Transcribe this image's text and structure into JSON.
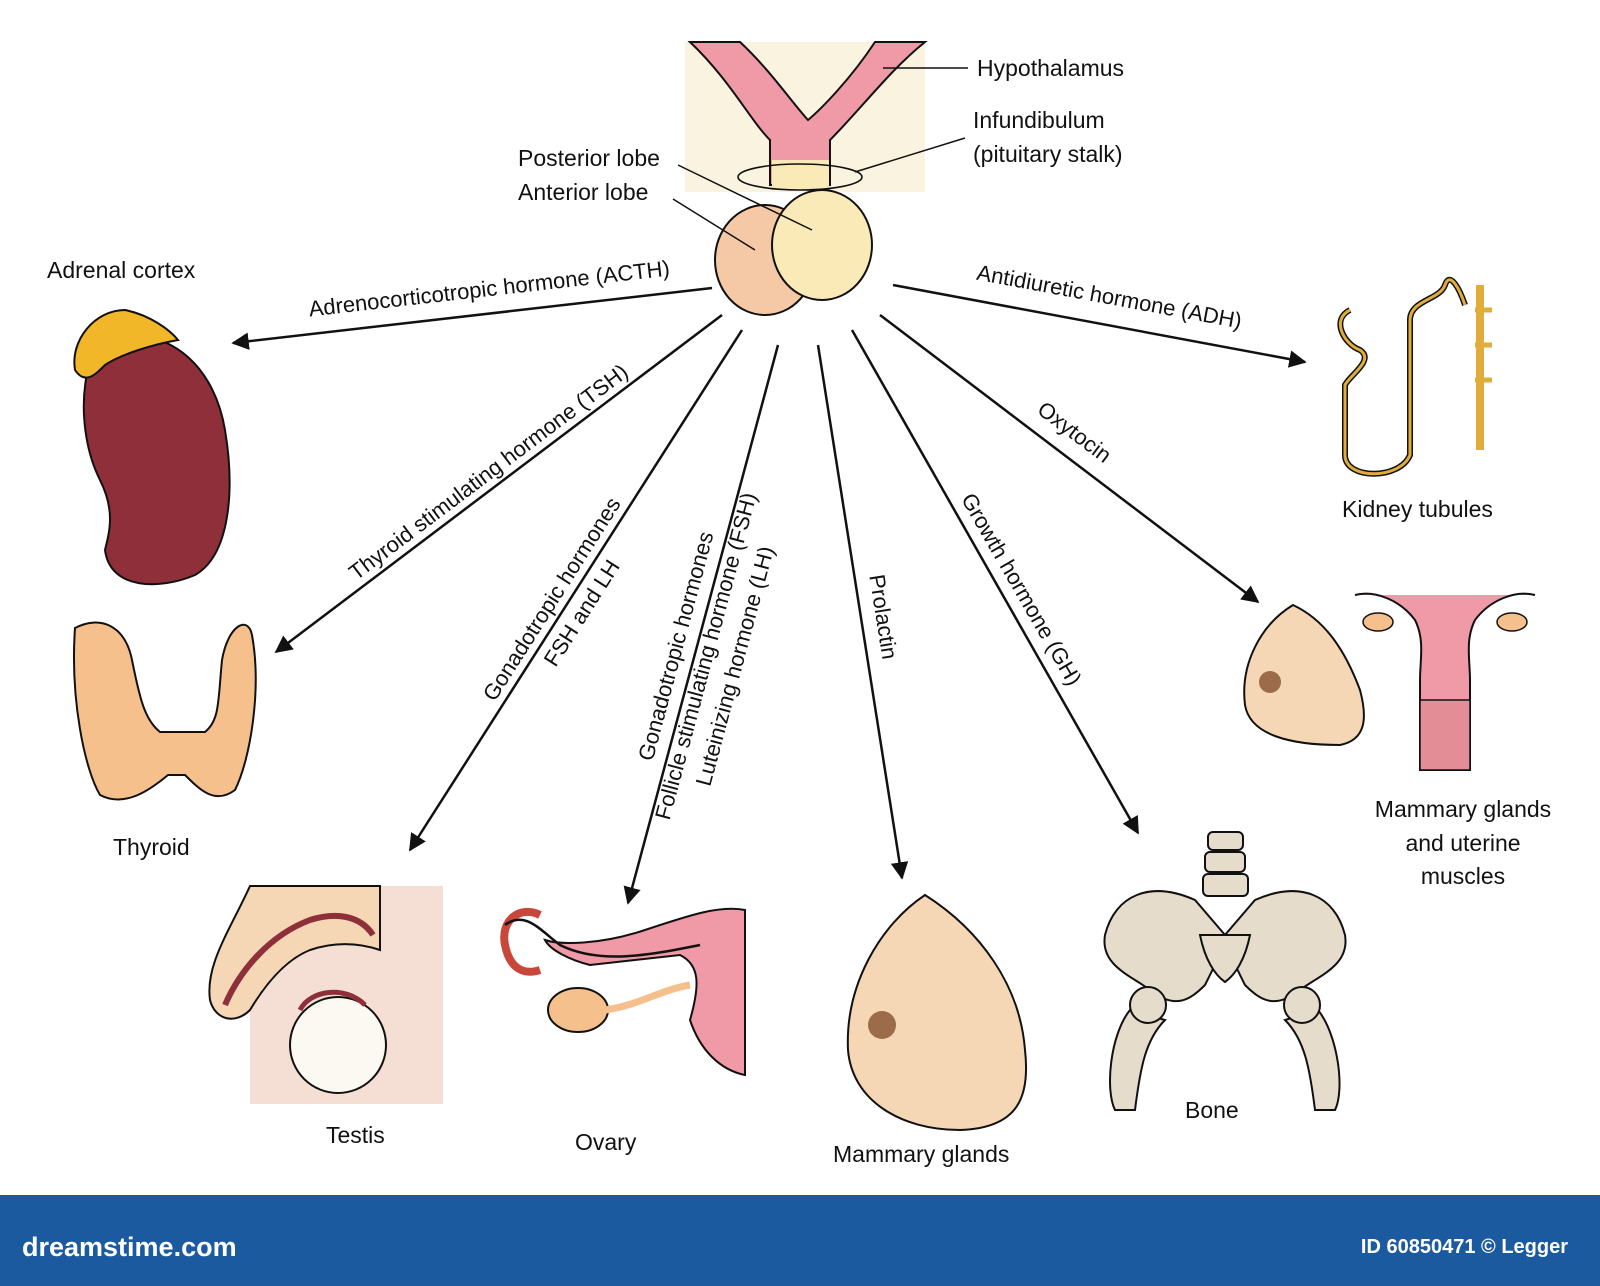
{
  "colors": {
    "footer": "#1c5aa0",
    "kidney": "#8e2f3a",
    "adrenal": "#f2b728",
    "thyroid": "#f6c08c",
    "skin": "#f5d6b5",
    "pink": "#ef9aa6",
    "bone": "#e6dccb",
    "pituitary_anterior": "#f5c9a5",
    "pituitary_posterior": "#faeab7"
  },
  "pituitary": {
    "hypothalamus": "Hypothalamus",
    "infundibulum_line1": "Infundibulum",
    "infundibulum_line2": "(pituitary stalk)",
    "posterior_lobe": "Posterior lobe",
    "anterior_lobe": "Anterior lobe"
  },
  "hormones": {
    "acth": "Adrenocorticotropic hormone (ACTH)",
    "tsh": "Thyroid stimulating hormone (TSH)",
    "gonado_testis_line1": "Gonadotropic hormones",
    "gonado_testis_line2": "FSH and LH",
    "gonado_ovary_line1": "Gonadotropic hormones",
    "gonado_ovary_line2": "Follicle stimulating hormone (FSH)",
    "gonado_ovary_line3": "Luteinizing hormone (LH)",
    "prolactin": "Prolactin",
    "gh": "Growth hormone (GH)",
    "oxytocin": "Oxytocin",
    "adh": "Antidiuretic hormone (ADH)"
  },
  "targets": {
    "adrenal": "Adrenal cortex",
    "thyroid": "Thyroid",
    "testis": "Testis",
    "ovary": "Ovary",
    "mammary": "Mammary glands",
    "bone": "Bone",
    "kidney": "Kidney tubules",
    "mammary_uterine_line1": "Mammary glands",
    "mammary_uterine_line2": "and uterine",
    "mammary_uterine_line3": "muscles"
  },
  "footer": {
    "brand": "dreamstime.com",
    "credit": "ID 60850471 © Legger"
  }
}
